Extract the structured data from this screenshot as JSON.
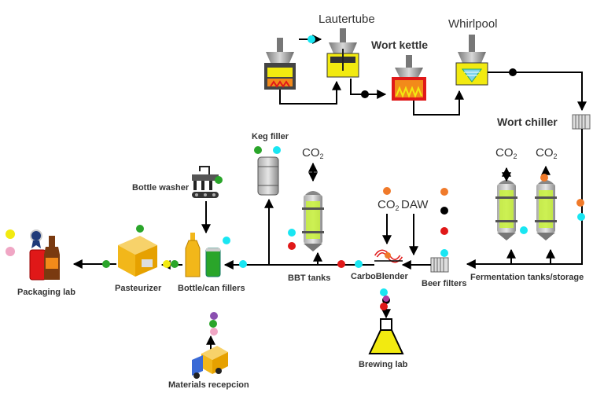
{
  "labels": {
    "lautertube": "Lautertube",
    "whirlpool": "Whirlpool",
    "wort_kettle": "Wort kettle",
    "wort_chiller": "Wort chiller",
    "keg_filler": "Keg filler",
    "bottle_washer": "Bottle washer",
    "bbt_tanks": "BBT tanks",
    "carboblender": "CarboBlender",
    "beer_filters": "Beer filters",
    "fermentation": "Fermentation tanks/storage",
    "packaging_lab": "Packaging lab",
    "pasteurizer": "Pasteurizer",
    "bottle_can_fillers": "Bottle/can fillers",
    "brewing_lab": "Brewing lab",
    "materials_reception": "Materials recepcion",
    "co2_base": "CO",
    "co2_sub": "2",
    "daw": "DAW"
  },
  "colors": {
    "cyan": "#19e6f2",
    "orange": "#f07a2a",
    "red": "#e01818",
    "black": "#000000",
    "green": "#2aa52a",
    "yellow": "#f2ea10",
    "pink": "#f0a6c4",
    "purple": "#8a4fb0",
    "tank_green": "#c8f23a",
    "flame": "#f28a1a"
  },
  "icons": [
    "mash-tun-icon",
    "lautertube-icon",
    "wort-kettle-icon",
    "whirlpool-icon",
    "wort-chiller-icon",
    "fermentation-tank-icon",
    "beer-filter-icon",
    "carboblender-icon",
    "bbt-tank-icon",
    "keg-icon",
    "bottle-washer-icon",
    "bottle-icon",
    "can-icon",
    "pasteurizer-icon",
    "packaging-icon",
    "award-icon",
    "flask-icon",
    "truck-icon"
  ]
}
